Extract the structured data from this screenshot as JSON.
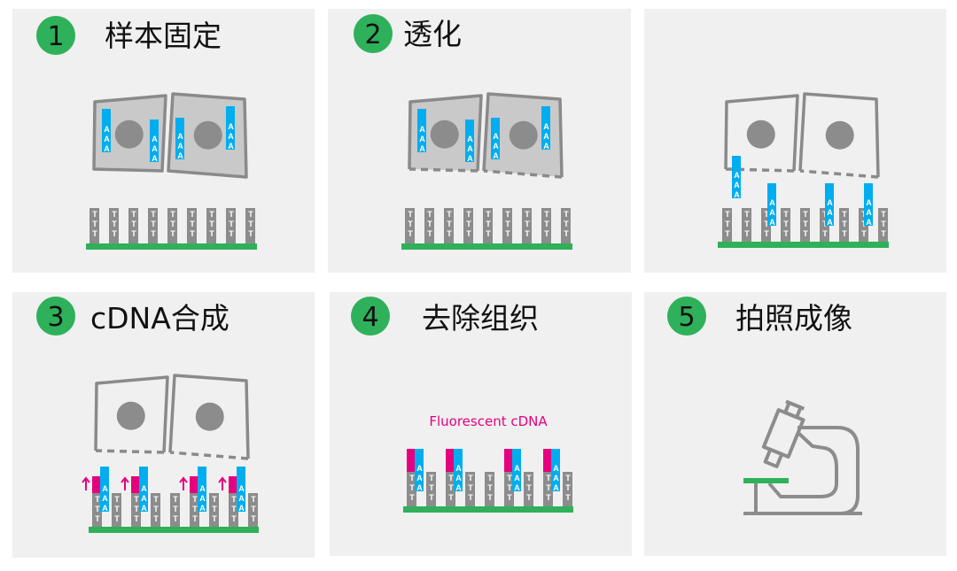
{
  "steps": [
    {
      "number": "1",
      "title": "样本固定"
    },
    {
      "number": "2",
      "title": "透化"
    },
    {
      "number": "3",
      "title": "cDNA合成"
    },
    {
      "number": "4",
      "title": "去除组织"
    },
    {
      "number": "5",
      "title": "拍照成像"
    }
  ],
  "labels": {
    "oligo": "TTT",
    "polya": "AAA",
    "fluorescent": "Fluorescent cDNA"
  },
  "colors": {
    "panel_bg": "#f0f0f0",
    "badge": "#2fb05a",
    "slide": "#2fb05a",
    "probe": "#8c8c8c",
    "mrna": "#00adef",
    "cdna": "#e5007e",
    "cell_fill": "#c9c9c9",
    "cell_stroke": "#8a8a8a"
  }
}
